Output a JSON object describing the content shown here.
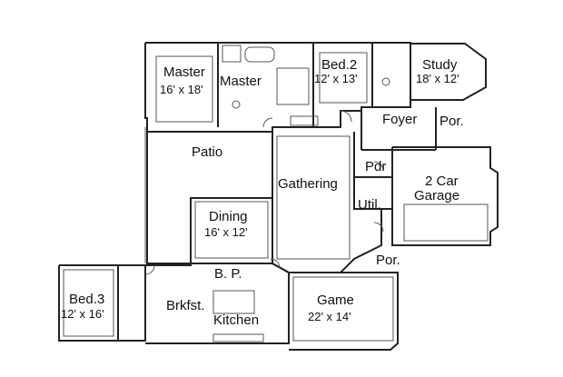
{
  "rooms": {
    "master_bed": {
      "name": "Master",
      "dims": "16' x 18'"
    },
    "master_bath": {
      "name": "Master"
    },
    "bed2": {
      "name": "Bed.2",
      "dims": "12' x 13'"
    },
    "study": {
      "name": "Study",
      "dims": "18' x 12'"
    },
    "foyer": {
      "name": "Foyer"
    },
    "porch_top": {
      "name": "Por."
    },
    "patio": {
      "name": "Patio"
    },
    "gathering": {
      "name": "Gathering"
    },
    "pdr": {
      "name": "Pdr"
    },
    "garage": {
      "name_line1": "2 Car",
      "name_line2": "Garage"
    },
    "utility": {
      "name": "Util."
    },
    "dining": {
      "name": "Dining",
      "dims": "16' x 12'"
    },
    "bp": {
      "name": "B. P."
    },
    "porch_bottom": {
      "name": "Por."
    },
    "bed3": {
      "name": "Bed.3",
      "dims": "12' x 16'"
    },
    "breakfast": {
      "name": "Brkfst."
    },
    "kitchen": {
      "name": "Kitchen"
    },
    "game": {
      "name": "Game",
      "dims": "22' x 14'"
    }
  },
  "colors": {
    "wall": "#222222",
    "fixture": "#555555",
    "background": "#ffffff"
  }
}
